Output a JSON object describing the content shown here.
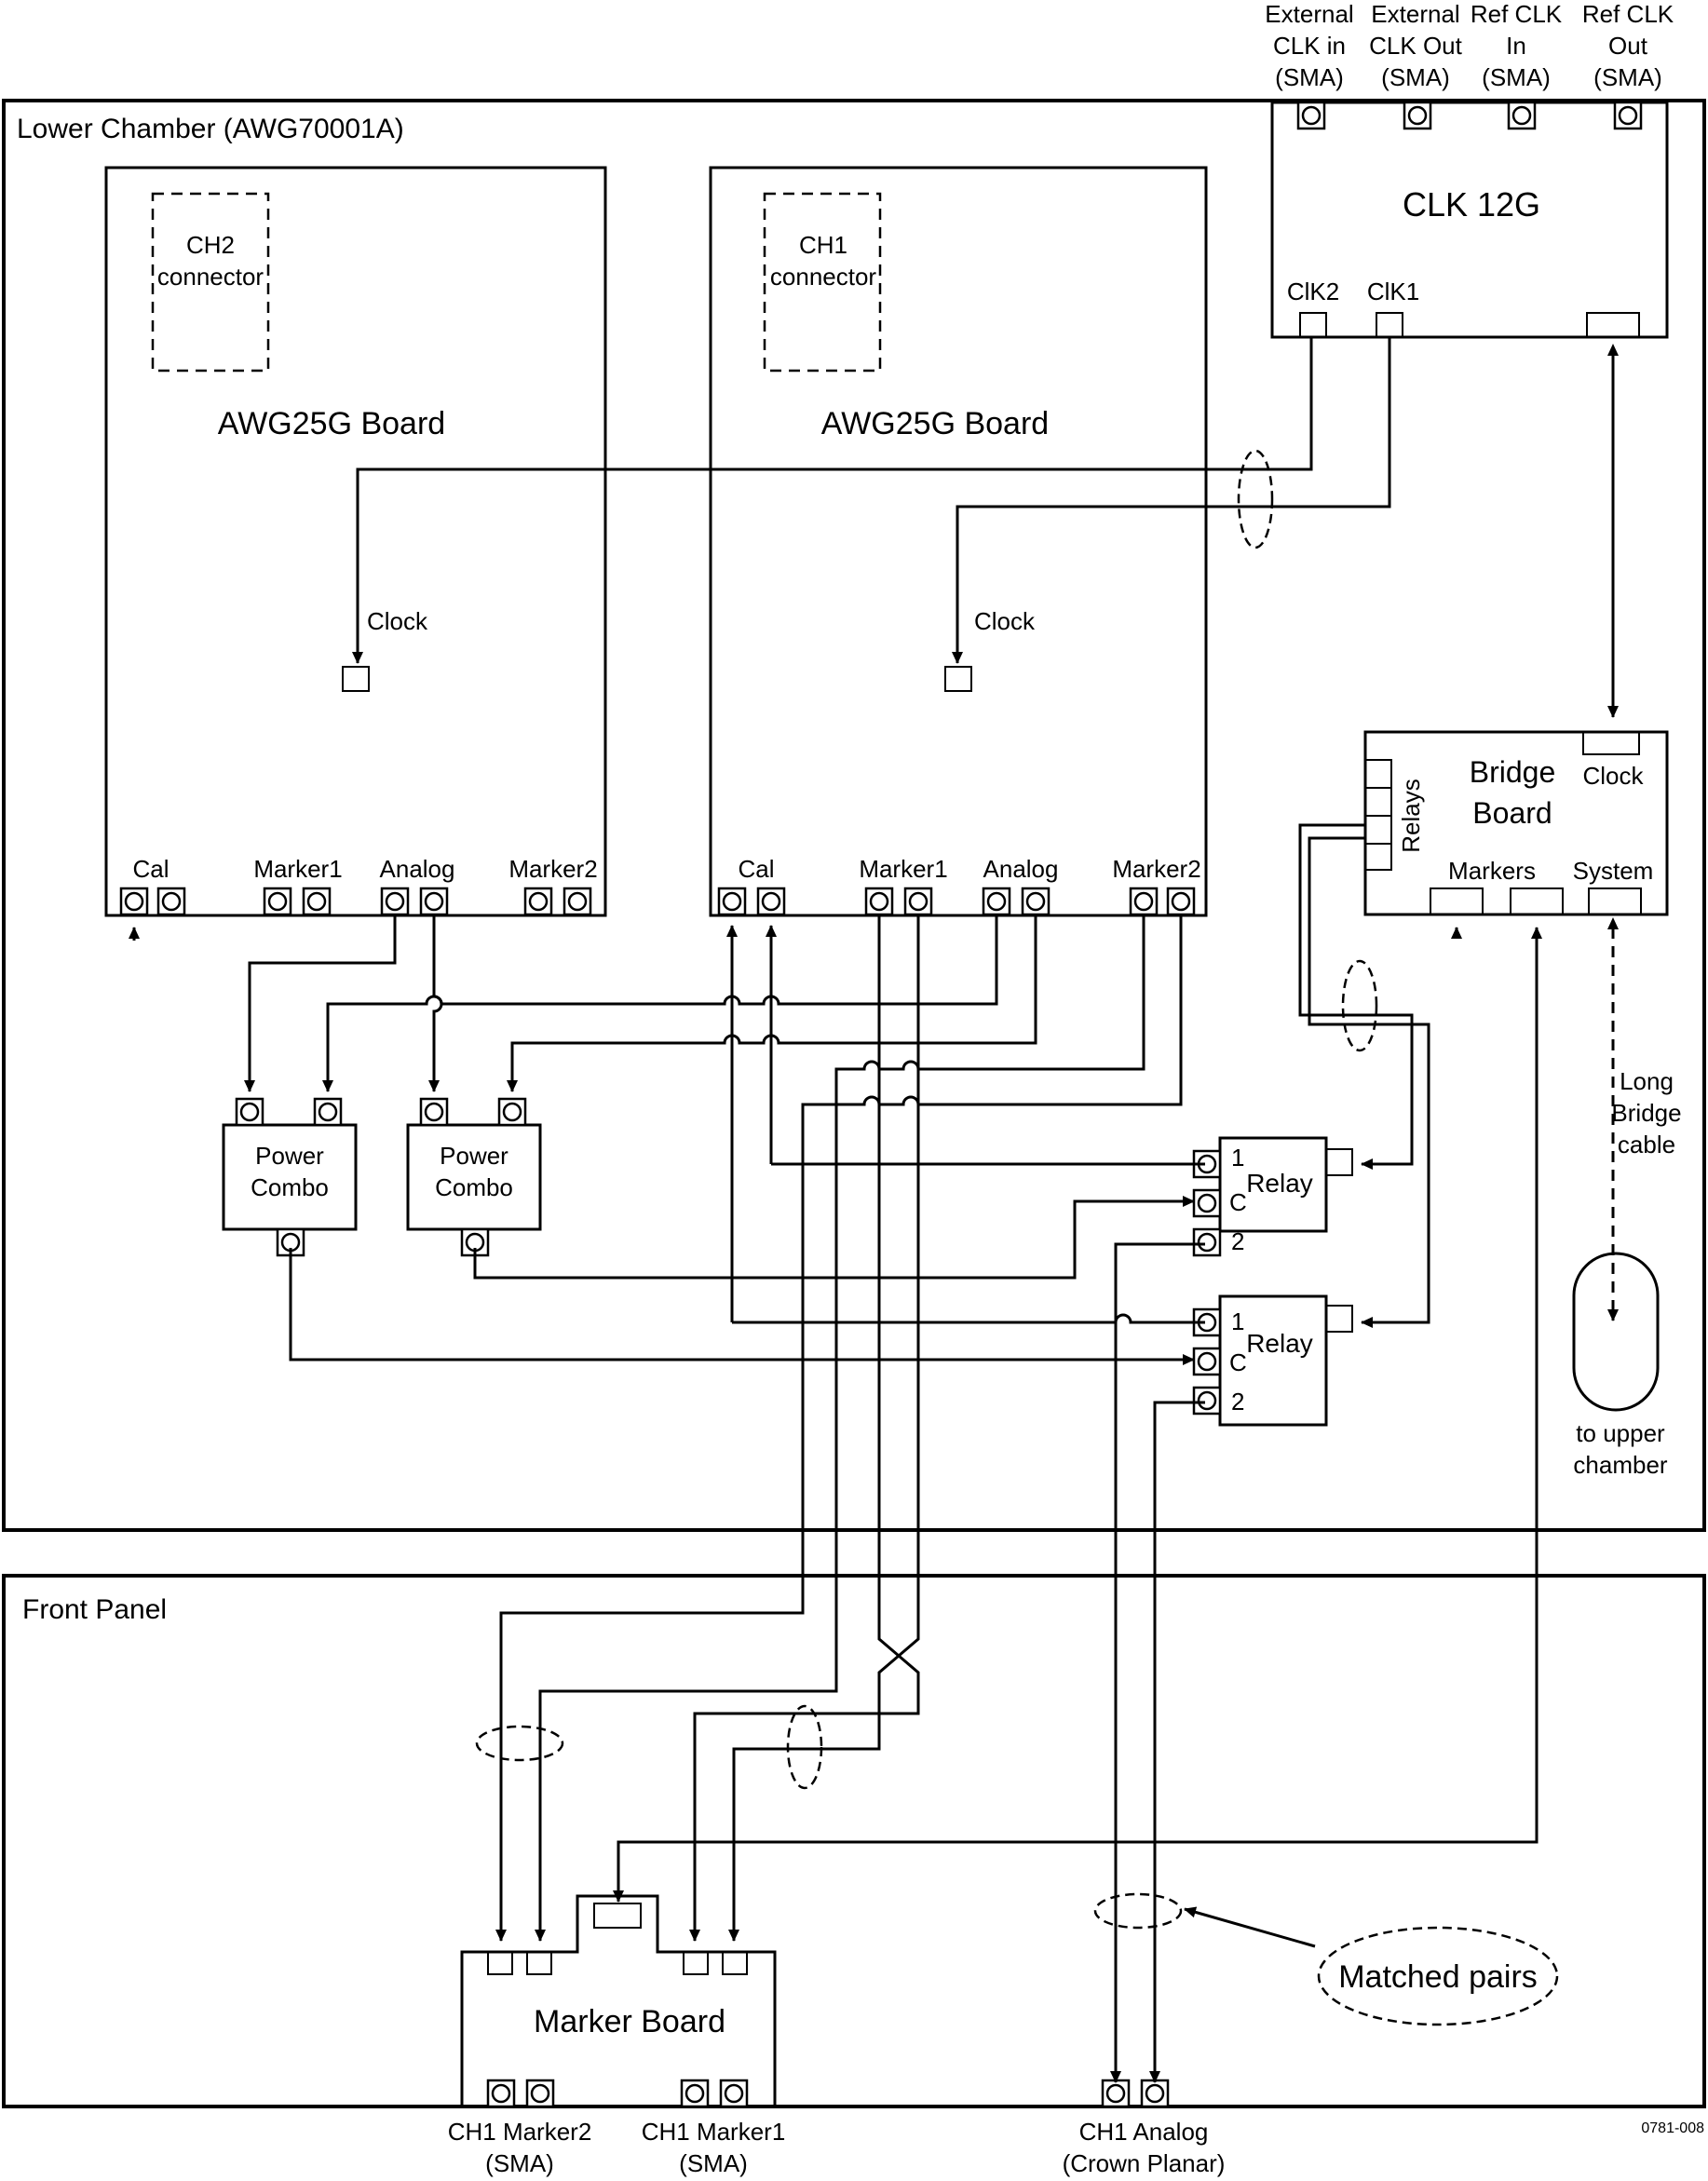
{
  "chambers": {
    "lower": "Lower Chamber (AWG70001A)",
    "front": "Front Panel"
  },
  "clk": {
    "title": "CLK 12G",
    "ext_in": [
      "External",
      "CLK in",
      "(SMA)"
    ],
    "ext_out": [
      "External",
      "CLK Out",
      "(SMA)"
    ],
    "ref_in": [
      "Ref CLK",
      "In",
      "(SMA)"
    ],
    "ref_out": [
      "Ref CLK",
      "Out",
      "(SMA)"
    ],
    "clk2": "ClK2",
    "clk1": "ClK1"
  },
  "boards": {
    "ch2_connector": [
      "CH2",
      "connector"
    ],
    "ch1_connector": [
      "CH1",
      "connector"
    ],
    "awg_title": "AWG25G Board",
    "clock": "Clock",
    "cal": "Cal",
    "marker1": "Marker1",
    "analog": "Analog",
    "marker2": "Marker2"
  },
  "bridge": {
    "title": [
      "Bridge",
      "Board"
    ],
    "clock": "Clock",
    "relays": "Relays",
    "markers": "Markers",
    "system": "System",
    "long_cable": [
      "Long",
      "Bridge",
      "cable"
    ],
    "to_upper": [
      "to upper",
      "chamber"
    ]
  },
  "power_combo": [
    "Power",
    "Combo"
  ],
  "relay": {
    "title": "Relay",
    "pin1": "1",
    "pinc": "C",
    "pin2": "2"
  },
  "marker_board": "Marker Board",
  "front_labels": {
    "m2": [
      "CH1 Marker2",
      "(SMA)"
    ],
    "m1": [
      "CH1 Marker1",
      "(SMA)"
    ],
    "analog": [
      "CH1 Analog",
      "(Crown Planar)"
    ]
  },
  "matched_pairs": "Matched pairs",
  "figure_id": "0781-008"
}
